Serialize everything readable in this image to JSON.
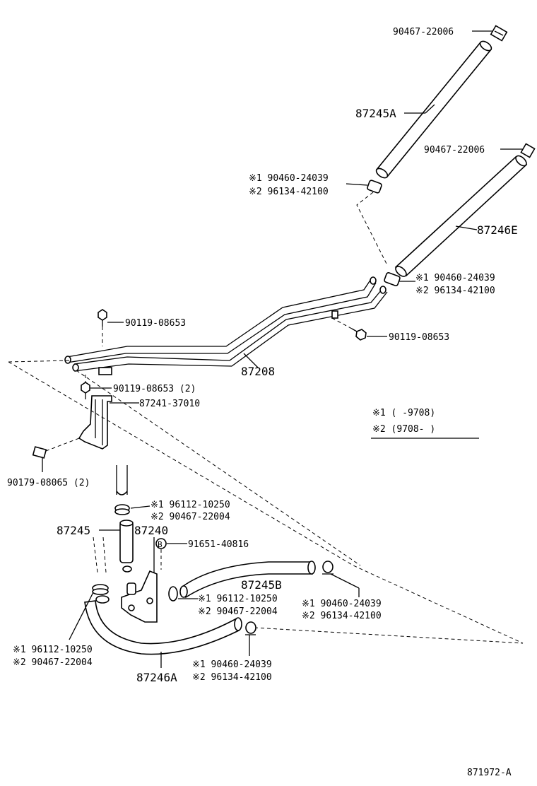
{
  "labels": {
    "p90467_22006_a": "90467-22006",
    "p87245A": "87245A",
    "p90467_22006_b": "90467-22006",
    "p_s1_90460_24039_a": "※1 90460-24039",
    "p_s2_96134_42100_a": "※2 96134-42100",
    "p87246E": "87246E",
    "p_s1_90460_24039_b": "※1 90460-24039",
    "p_s2_96134_42100_b": "※2 96134-42100",
    "p90119_08653_a": "90119-08653",
    "p90119_08653_b": "90119-08653",
    "p87208": "87208",
    "p90119_08653_c": "90119-08653 (2)",
    "p87241_37010": "87241-37010",
    "p90179_08065": "90179-08065 (2)",
    "p_s1_96112_10250_a": "※1 96112-10250",
    "p_s2_90467_22004_a": "※2 90467-22004",
    "p87245": "87245",
    "p87240": "87240",
    "p91651_40816": "91651-40816",
    "p87245B": "87245B",
    "p_s1_96112_10250_b": "※1 96112-10250",
    "p_s2_90467_22004_b": "※2 90467-22004",
    "p_s1_90460_24039_c": "※1 90460-24039",
    "p_s2_96134_42100_c": "※2 96134-42100",
    "p_s1_96112_10250_c": "※1 96112-10250",
    "p_s2_90467_22004_c": "※2 90467-22004",
    "p87246A": "87246A",
    "p_s1_90460_24039_d": "※1 90460-24039",
    "p_s2_96134_42100_d": "※2 96134-42100",
    "callout_b": "B"
  },
  "legend": {
    "line1": "※1 (      -9708)",
    "line2": "※2 (9708-      )"
  },
  "diagram_id": "871972-A"
}
